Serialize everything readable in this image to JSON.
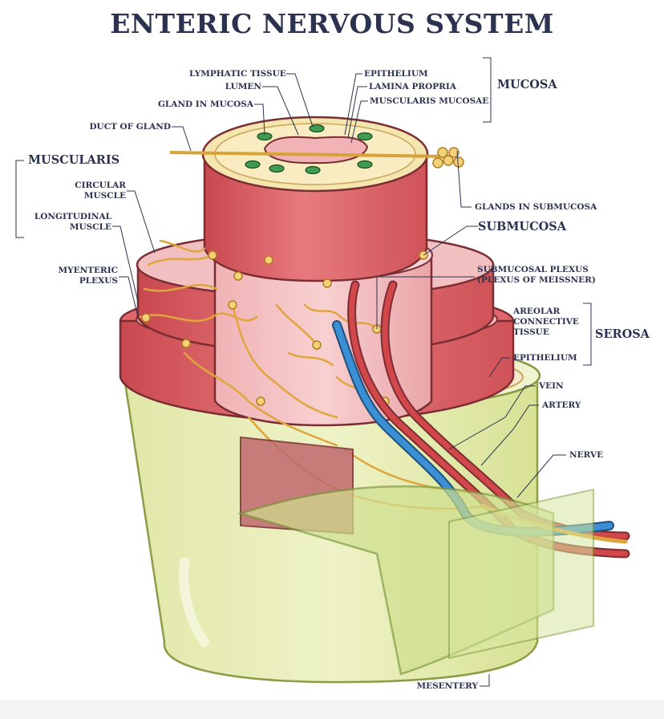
{
  "title": "ENTERIC NERVOUS SYSTEM",
  "groups": {
    "mucosa": "MUCOSA",
    "muscularis": "MUSCULARIS",
    "submucosa": "SUBMUCOSA",
    "serosa": "SEROSA"
  },
  "labels": {
    "lymphatic_tissue": "LYMPHATIC TISSUE",
    "lumen": "LUMEN",
    "gland_in_mucosa": "GLAND IN MUCOSA",
    "duct_of_gland": "DUCT OF GLAND",
    "epithelium_top": "EPITHELIUM",
    "lamina_propria": "LAMINA PROPRIA",
    "muscularis_mucosae": "MUSCULARIS MUCOSAE",
    "circular_muscle_1": "CIRCULAR",
    "circular_muscle_2": "MUSCLE",
    "longitudinal_muscle_1": "LONGITUDINAL",
    "longitudinal_muscle_2": "MUSCLE",
    "myenteric_plexus_1": "MYENTERIC",
    "myenteric_plexus_2": "PLEXUS",
    "glands_in_submucosa": "GLANDS IN SUBMUCOSA",
    "submucosal_plexus_1": "SUBMUCOSAL PLEXUS",
    "submucosal_plexus_2": "(PLEXUS OF MEISSNER)",
    "areolar_1": "AREOLAR",
    "areolar_2": "CONNECTIVE",
    "areolar_3": "TISSUE",
    "epithelium_serosa": "EPITHELIUM",
    "vein": "VEIN",
    "artery": "ARTERY",
    "nerve": "NERVE",
    "mesentery": "MESENTERY"
  },
  "colors": {
    "text": "#2b3350",
    "muscle": "#e06a6f",
    "muscle_light": "#f0a4a6",
    "submucosa": "#f4c2c4",
    "mucosa_top": "#f5e6b0",
    "gland": "#3f9c50",
    "nerve": "#e0a53c",
    "vein": "#3b8fd4",
    "artery": "#d2474a",
    "serosa": "#d9e79a",
    "mesentery": "#c8dc8a"
  }
}
